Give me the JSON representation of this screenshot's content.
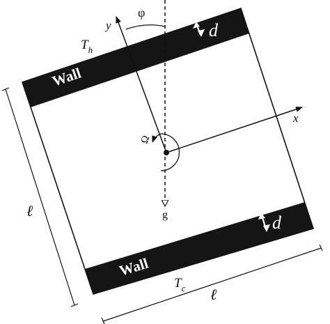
{
  "walls": {
    "top_label": "Wall",
    "bottom_label": "Wall",
    "thickness_symbol": "d"
  },
  "temperatures": {
    "hot": "T",
    "hot_sub": "h",
    "cold": "T",
    "cold_sub": "c"
  },
  "axes": {
    "x_label": "x",
    "y_label": "y"
  },
  "angle_label": "φ",
  "rotation_label": "Ω",
  "gravity_label": "g",
  "side_length_label": "ℓ",
  "colors": {
    "wall_fill": "#151515",
    "line": "#111111",
    "background": "#ffffff"
  }
}
